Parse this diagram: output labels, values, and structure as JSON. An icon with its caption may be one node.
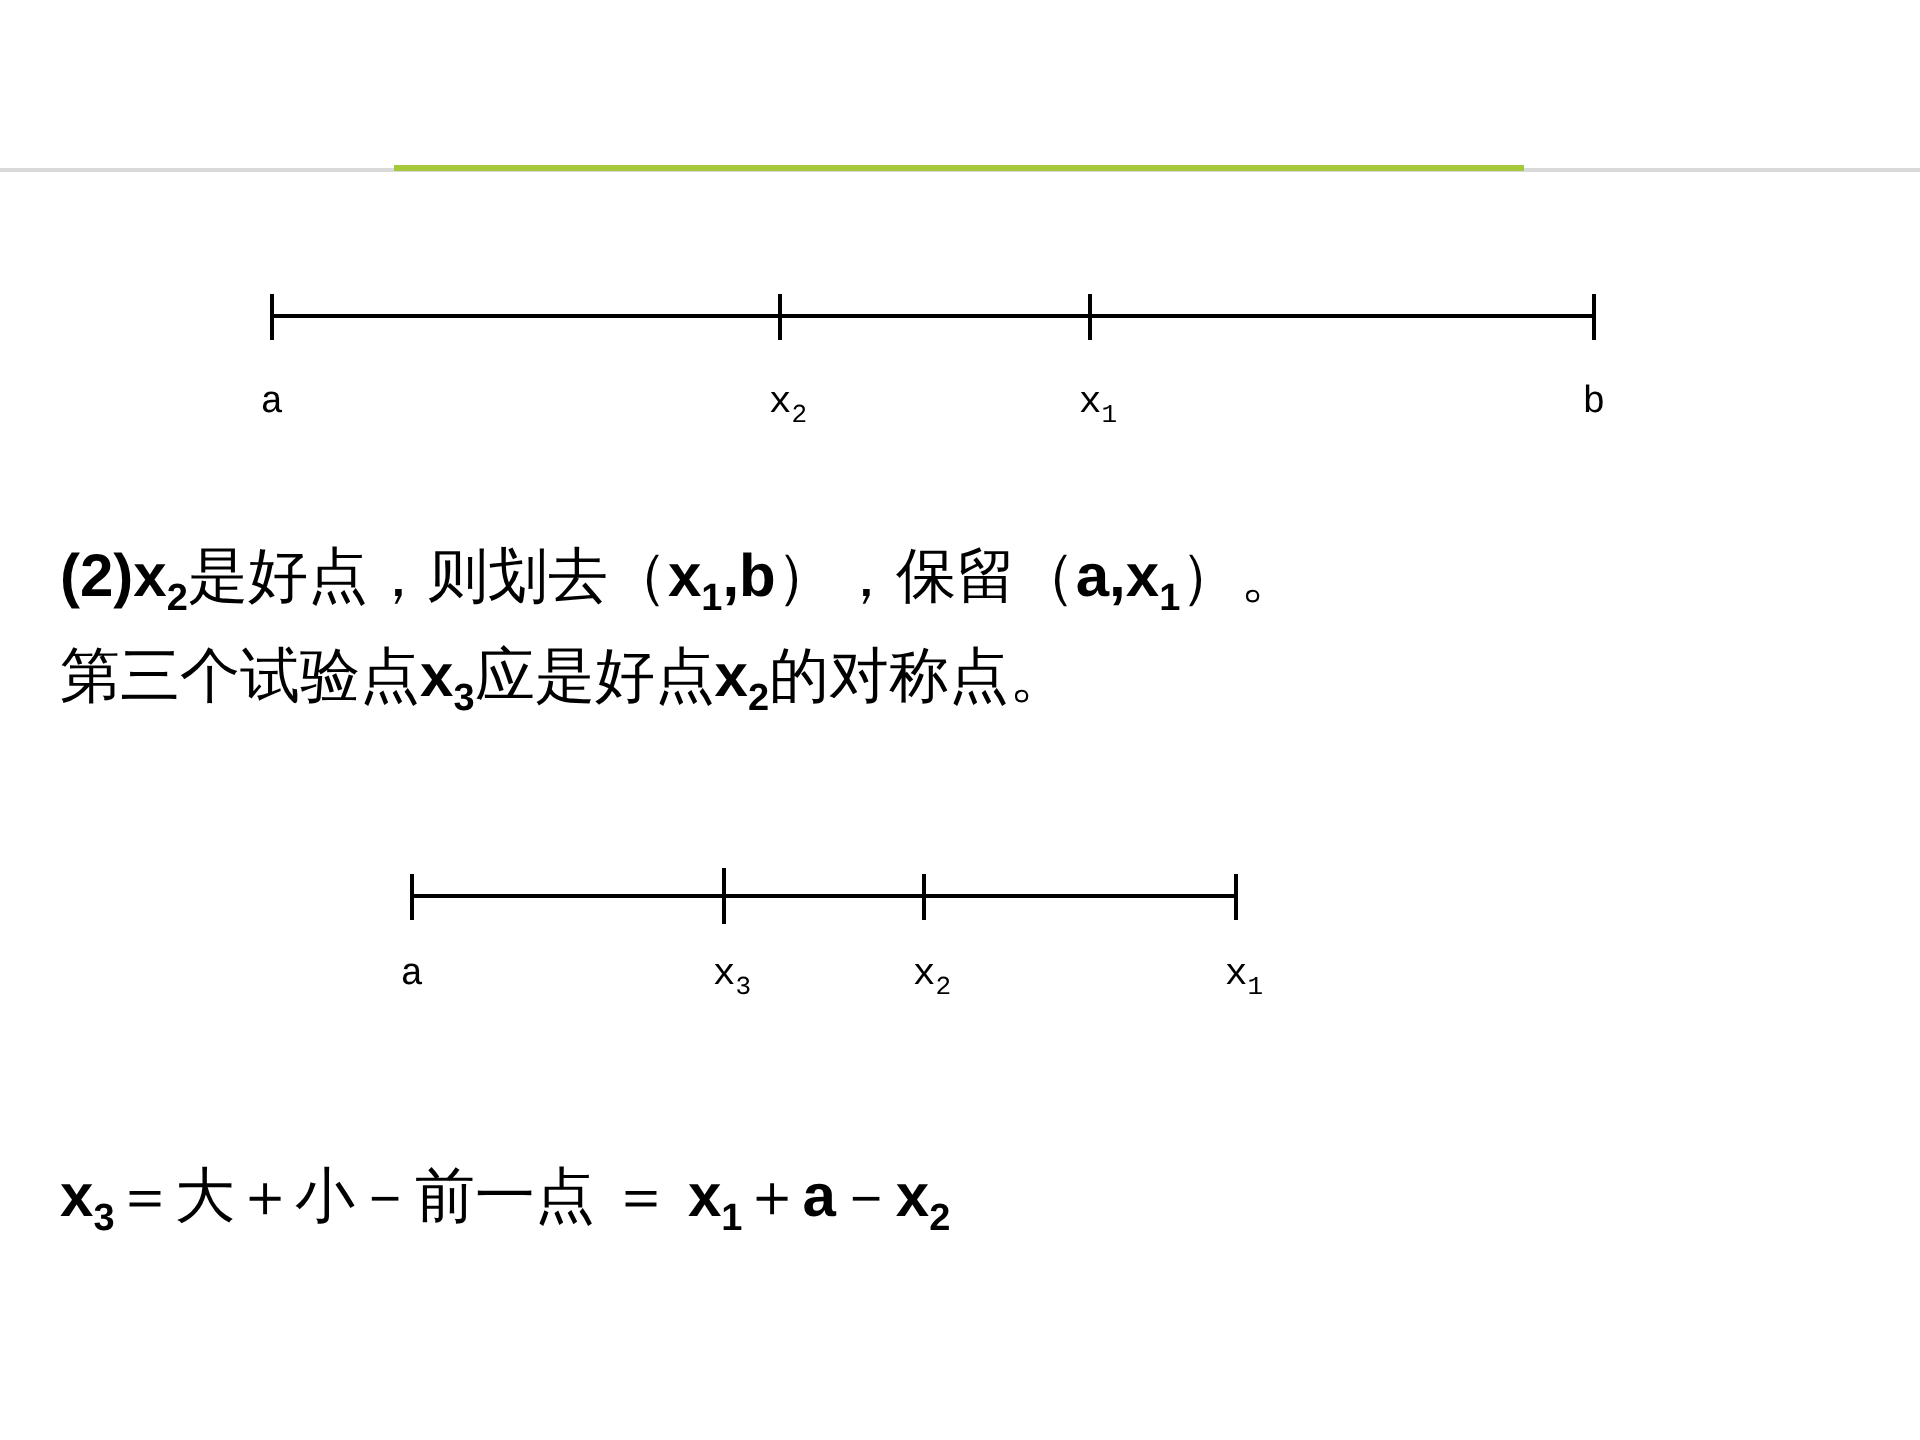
{
  "diagram": {
    "labels": [
      "a",
      "x$_{2}$",
      "x$_{1}$",
      "b",
      "**(2)x$_{2}$**是好点，则划去（**x$_{1}$,b**），保留（**a,x$_{1}$**）。",
      "第三个试验点**x$_{3}$**应是好点**x$_{2}$**的对称点。",
      "a",
      "x$_{3}$",
      "x$_{2}$",
      "x$_{1}$",
      "**x$_{3}$**＝大＋小－前一点 ＝ **x$_{1}$**＋**a**－**x$_{2}$**"
    ]
  }
}
